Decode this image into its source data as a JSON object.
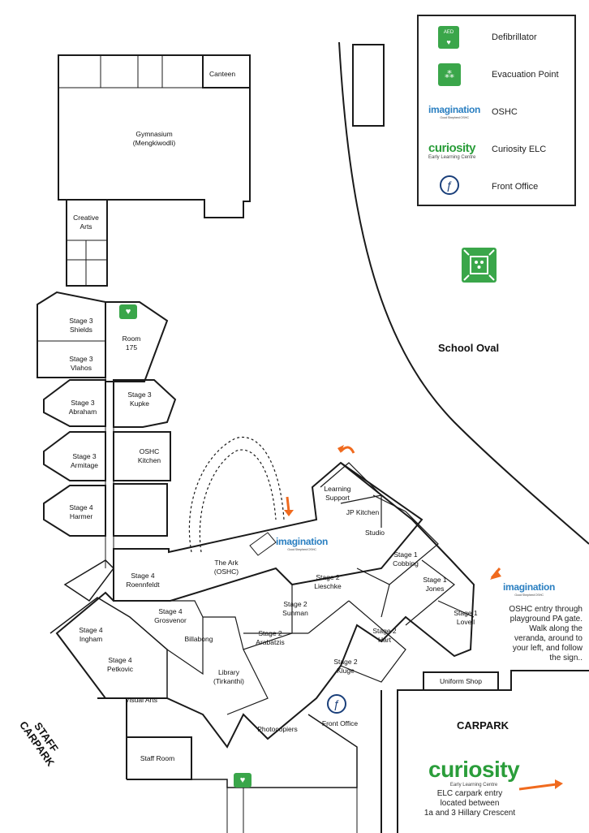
{
  "legend": {
    "items": [
      {
        "label": "Defibrillator",
        "icon": "aed-icon"
      },
      {
        "label": "Evacuation Point",
        "icon": "evacuation-icon"
      },
      {
        "label": "OSHC",
        "icon": "imagination-logo"
      },
      {
        "label": "Curiosity ELC",
        "icon": "curiosity-logo"
      },
      {
        "label": "Front Office",
        "icon": "front-office-icon"
      }
    ]
  },
  "logos": {
    "imagination": "imagination",
    "imagination_sub": "Good Shepherd OSHC",
    "curiosity": "curiosity",
    "curiosity_sub": "Early Learning Centre",
    "aed": "AED"
  },
  "places": {
    "school_oval": "School Oval",
    "carpark": "CARPARK",
    "staff_carpark": "STAFF\nCARPARK"
  },
  "rooms": [
    "Canteen",
    "Gymnasium\n(Mengkiwodli)",
    "Creative\nArts",
    "Stage 3\nShields",
    "Stage 3\nVlahos",
    "Room\n175",
    "Stage 3\nAbraham",
    "Stage 3\nKupke",
    "Stage 3\nArmitage",
    "OSHC\nKitchen",
    "Stage 4\nHarmer",
    "Learning\nSupport",
    "JP Kitchen",
    "Studio",
    "Stage 1\nCobbing",
    "Stage 1\nJones",
    "Stage 1\nLovell",
    "The Ark\n(OSHC)",
    "Stage 4\nRoennfeldt",
    "Stage 2\nLieschke",
    "Stage 4\nGrosvenor",
    "Stage 2\nSunman",
    "Stage 4\nIngham",
    "Billabong",
    "Stage 2\nArabatzis",
    "Stage 2\nHart",
    "Stage 4\nPetkovic",
    "Library\n(Tirkanthi)",
    "Stage 2\nKluge",
    "Visual Arts",
    "Front Office",
    "Photocopiers",
    "Staff Room",
    "Uniform Shop"
  ],
  "notes": {
    "oshc_entry": "OSHC entry through\nplayground PA gate.\nWalk along the\nveranda, around to\nyour left, and follow\nthe sign..",
    "elc_entry": "ELC carpark entry\nlocated between\n1a and 3 Hillary Crescent"
  },
  "colors": {
    "aed_green": "#3aa64a",
    "evac_green": "#3aa64a",
    "arrow_orange": "#f06a1e",
    "walls": "#1a1a1a",
    "front_office_blue": "#1a3f7a"
  }
}
